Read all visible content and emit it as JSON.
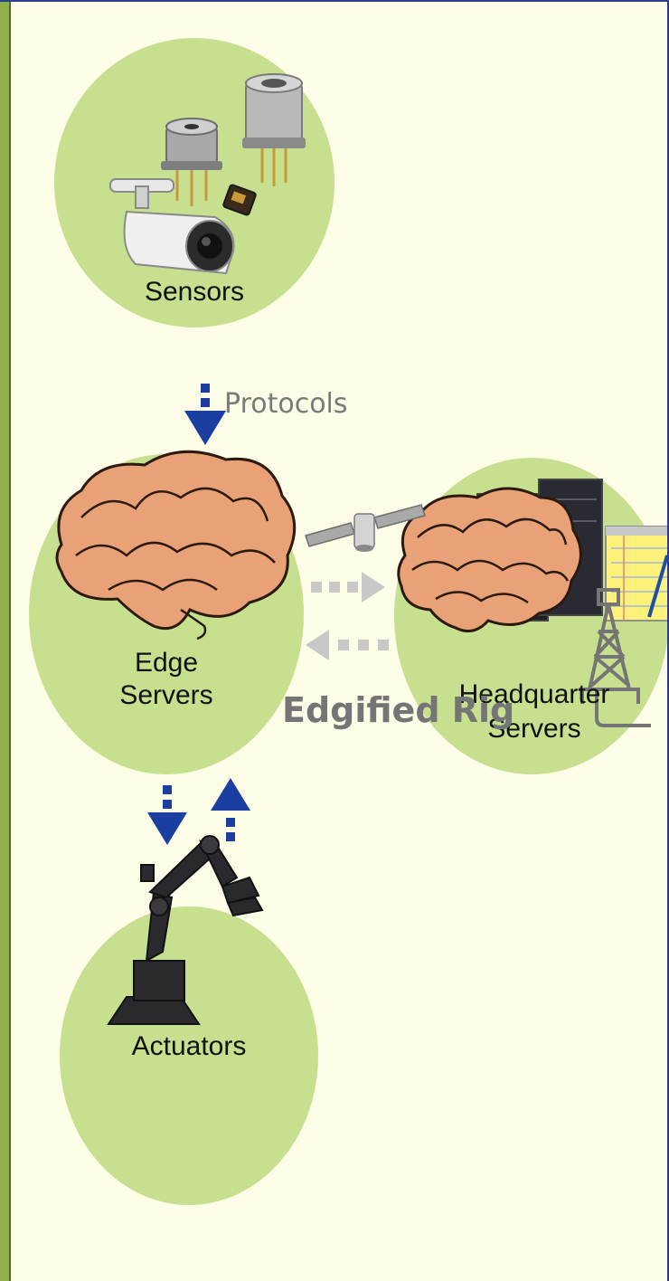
{
  "nodes": {
    "sensors": "Sensors",
    "edge_line1": "Edge",
    "edge_line2": "Servers",
    "hq_line1": "Headquarter",
    "hq_line2": "Servers",
    "actuators": "Actuators"
  },
  "edges": {
    "protocols": "Protocols"
  },
  "footer": {
    "rig_title": "Edgified Rig"
  },
  "colors": {
    "circle_fill": "#c6e08f",
    "arrow_blue": "#1a3fa0",
    "arrow_gray": "#c8c8c8",
    "brain": "#e9a277",
    "background": "#fdfde8"
  },
  "icons": [
    "camera-icon",
    "sensor-can-icon",
    "chip-icon",
    "brain-icon",
    "satellite-icon",
    "server-rack-icon",
    "notepad-icon",
    "pen-icon",
    "robot-arm-icon",
    "oil-rig-icon"
  ]
}
